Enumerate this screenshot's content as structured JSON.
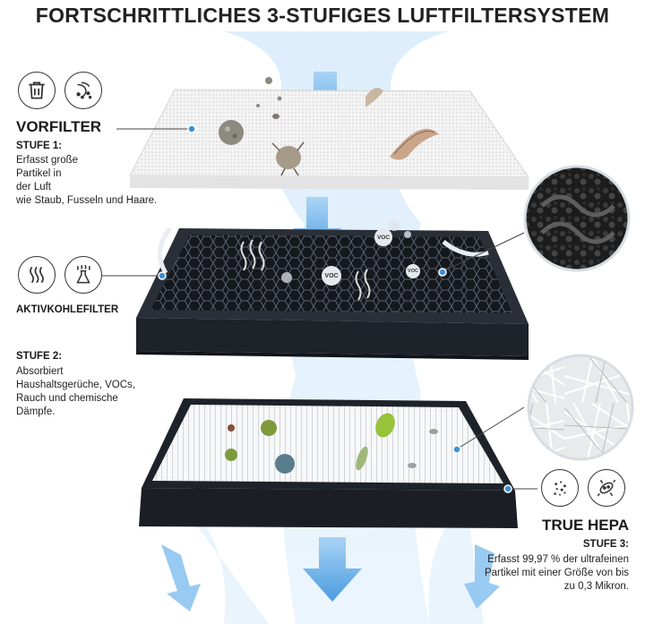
{
  "title": "FORTSCHRITTLICHES 3-STUFIGES LUFTFILTERSYSTEM",
  "stages": [
    {
      "heading": "VORFILTER",
      "stage": "STUFE 1:",
      "description_lines": [
        "Erfasst große",
        "Partikel in",
        "der Luft",
        "wie Staub, Fusseln und Haare."
      ],
      "icons": [
        "trash-icon",
        "dust-icon"
      ]
    },
    {
      "heading": "AKTIVKOHLEFILTER",
      "stage": "STUFE 2:",
      "description_lines": [
        "Absorbiert",
        "Haushaltsgerüche, VOCs,",
        "Rauch und chemische",
        "Dämpfe."
      ],
      "icons": [
        "odor-waves-icon",
        "chemical-flask-icon"
      ]
    },
    {
      "heading": "TRUE HEPA",
      "stage": "STUFE 3:",
      "description_lines": [
        "Erfasst 99,97 % der ultrafeinen",
        "Partikel mit einer Größe von bis",
        "zu 0,3 Mikron."
      ],
      "icons": [
        "fine-particles-icon",
        "bacteria-icon"
      ]
    }
  ],
  "badges": [
    "VOC",
    "VOC",
    "VOC"
  ],
  "colors": {
    "accent_blue": "#3d8fd6",
    "arrow_blue": "#6fb4ec",
    "filter_dark": "#1e2229",
    "text": "#1a1a1a"
  }
}
